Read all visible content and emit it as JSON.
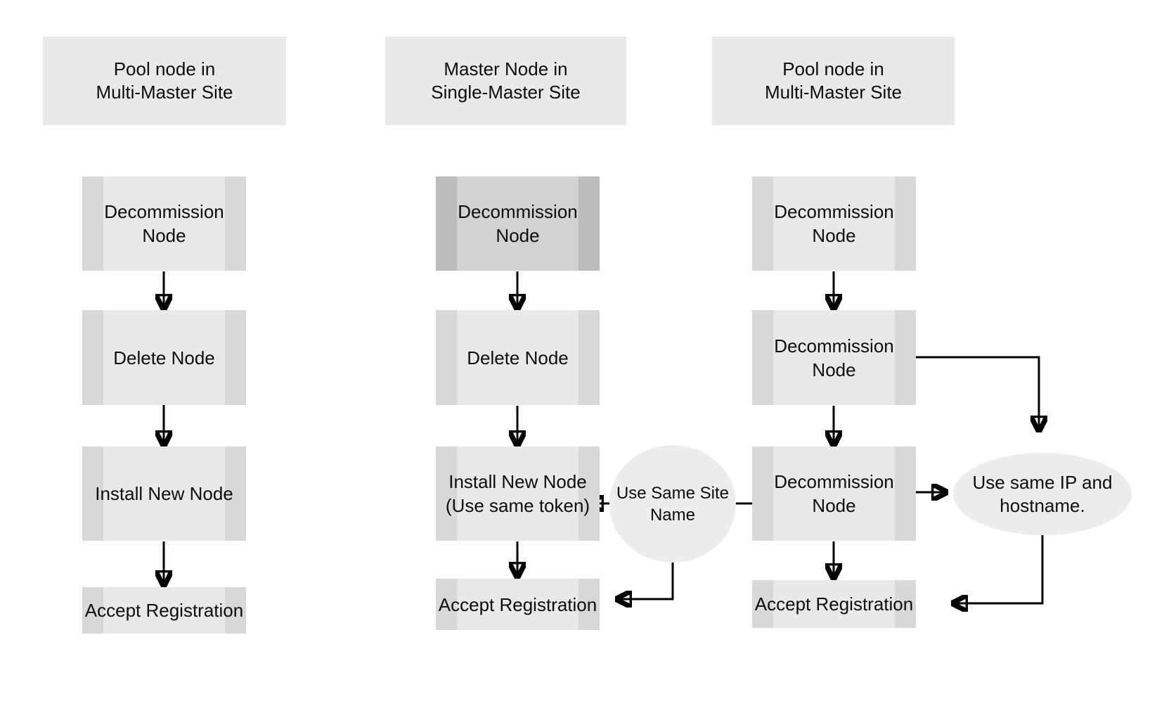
{
  "title": "Node decommission and replacement flow",
  "colors": {
    "background": "#ffffff",
    "box_fill": "#e9e9e9",
    "box_side_bar": "#d8d8d8",
    "box_dark_fill": "#d2d2d2",
    "box_dark_side_bar": "#bcbcbc",
    "bubble_fill": "#ededed",
    "arrow": "#000000",
    "text": "#0d0d0d"
  },
  "diagram": {
    "columns": [
      {
        "header": "Pool node in\nMulti-Master Site",
        "steps": [
          "Decommission\nNode",
          "Delete Node",
          "Install New Node",
          "Accept Registration"
        ]
      },
      {
        "header": "Master Node in\nSingle-Master Site",
        "steps": [
          "Decommission\nNode",
          "Delete Node",
          "Install New Node\n(Use same token)",
          "Accept Registration"
        ]
      },
      {
        "header": "Pool node in\nMulti-Master Site",
        "steps": [
          "Decommission\nNode",
          "Decommission\nNode",
          "Decommission\nNode",
          "Accept Registration"
        ]
      }
    ],
    "annotations": {
      "site_name_circle": "Use Same Site\nName",
      "ip_hostname_ellipse": "Use same IP and\nhostname."
    }
  }
}
